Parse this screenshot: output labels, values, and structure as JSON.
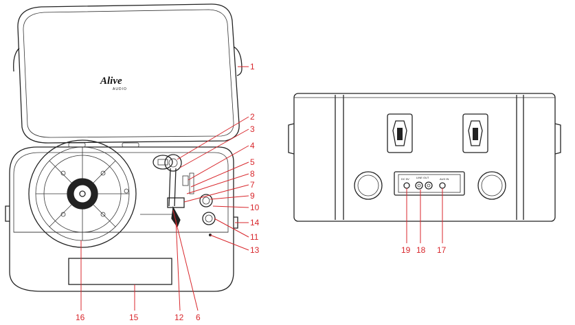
{
  "brand": {
    "name": "Alive",
    "sub": "AUDIO"
  },
  "back_panel": {
    "labels": [
      "DC 5V",
      "LINE OUT",
      "AUX IN"
    ]
  },
  "callouts": [
    "1",
    "2",
    "3",
    "4",
    "5",
    "8",
    "7",
    "9",
    "10",
    "14",
    "11",
    "13",
    "16",
    "15",
    "12",
    "6",
    "19",
    "18",
    "17"
  ],
  "colors": {
    "callout": "#d8262b",
    "ink": "#222222"
  }
}
